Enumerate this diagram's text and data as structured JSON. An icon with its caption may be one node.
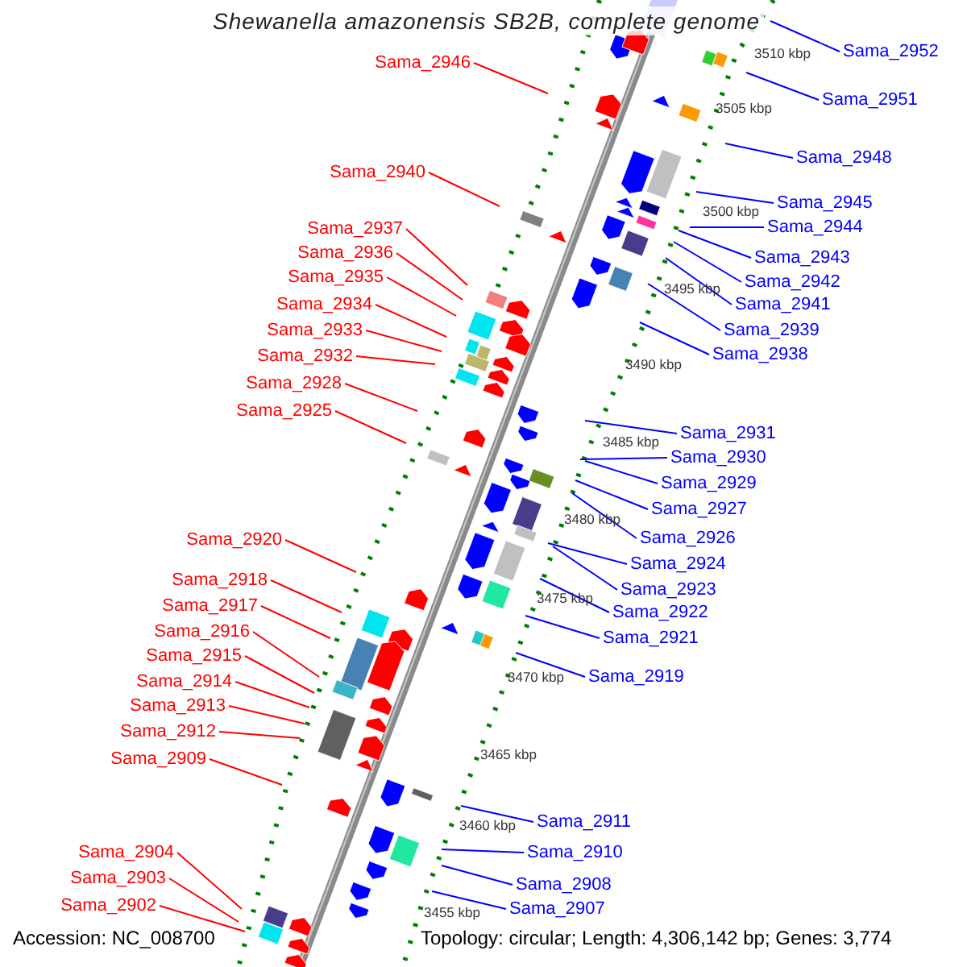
{
  "diagram": {
    "title": "Shewanella amazonensis SB2B, complete genome",
    "nodes": [
      {
        "text": [
          "Sama_2946"
        ]
      },
      {
        "text": [
          "Sama_2940"
        ]
      },
      {
        "text": [
          "Sama_2937"
        ]
      },
      {
        "text": [
          "Sama_2936"
        ]
      },
      {
        "text": [
          "Sama_2935"
        ]
      },
      {
        "text": [
          "Sama_2934"
        ]
      },
      {
        "text": [
          "Sama_2933"
        ]
      },
      {
        "text": [
          "Sama_2932"
        ]
      },
      {
        "text": [
          "Sama_2928"
        ]
      },
      {
        "text": [
          "Sama_2925"
        ]
      },
      {
        "text": [
          "Sama_2920"
        ]
      },
      {
        "text": [
          "Sama_2918"
        ]
      },
      {
        "text": [
          "Sama_2917"
        ]
      },
      {
        "text": [
          "Sama_2916"
        ]
      },
      {
        "text": [
          "Sama_2915"
        ]
      },
      {
        "text": [
          "Sama_2914"
        ]
      },
      {
        "text": [
          "Sama_2913"
        ]
      },
      {
        "text": [
          "Sama_2912"
        ]
      },
      {
        "text": [
          "Sama_2909"
        ]
      },
      {
        "text": [
          "Sama_2904"
        ]
      },
      {
        "text": [
          "Sama_2903"
        ]
      },
      {
        "text": [
          "Sama_2902"
        ]
      },
      {
        "text": [
          "Sama_2952"
        ]
      },
      {
        "text": [
          "Sama_2951"
        ]
      },
      {
        "text": [
          "Sama_2948"
        ]
      },
      {
        "text": [
          "Sama_2945"
        ]
      },
      {
        "text": [
          "Sama_2944"
        ]
      },
      {
        "text": [
          "Sama_2943"
        ]
      },
      {
        "text": [
          "Sama_2942"
        ]
      },
      {
        "text": [
          "Sama_2941"
        ]
      },
      {
        "text": [
          "Sama_2939"
        ]
      },
      {
        "text": [
          "Sama_2938"
        ]
      },
      {
        "text": [
          "Sama_2931"
        ]
      },
      {
        "text": [
          "Sama_2930"
        ]
      },
      {
        "text": [
          "Sama_2929"
        ]
      },
      {
        "text": [
          "Sama_2927"
        ]
      },
      {
        "text": [
          "Sama_2926"
        ]
      },
      {
        "text": [
          "Sama_2924"
        ]
      },
      {
        "text": [
          "Sama_2923"
        ]
      },
      {
        "text": [
          "Sama_2922"
        ]
      },
      {
        "text": [
          "Sama_2921"
        ]
      },
      {
        "text": [
          "Sama_2919"
        ]
      },
      {
        "text": [
          "Sama_2911"
        ]
      },
      {
        "text": [
          "Sama_2910"
        ]
      },
      {
        "text": [
          "Sama_2908"
        ]
      },
      {
        "text": [
          "Sama_2907"
        ]
      }
    ],
    "edges": [
      {
        "from": 0,
        "to": null,
        "arrow": "none",
        "color": "#ff0000"
      },
      {
        "from": 1,
        "to": null,
        "arrow": "none",
        "color": "#ff0000"
      },
      {
        "from": 2,
        "to": null,
        "arrow": "none",
        "color": "#ff0000"
      },
      {
        "from": 3,
        "to": null,
        "arrow": "none",
        "color": "#ff0000"
      },
      {
        "from": 4,
        "to": null,
        "arrow": "none",
        "color": "#ff0000"
      },
      {
        "from": 5,
        "to": null,
        "arrow": "none",
        "color": "#ff0000"
      },
      {
        "from": 6,
        "to": null,
        "arrow": "none",
        "color": "#ff0000"
      },
      {
        "from": 7,
        "to": null,
        "arrow": "none",
        "color": "#ff0000"
      },
      {
        "from": 8,
        "to": null,
        "arrow": "none",
        "color": "#ff0000"
      },
      {
        "from": 9,
        "to": null,
        "arrow": "none",
        "color": "#ff0000"
      },
      {
        "from": 10,
        "to": null,
        "arrow": "none",
        "color": "#ff0000"
      },
      {
        "from": 11,
        "to": null,
        "arrow": "none",
        "color": "#ff0000"
      },
      {
        "from": 12,
        "to": null,
        "arrow": "none",
        "color": "#ff0000"
      },
      {
        "from": 13,
        "to": null,
        "arrow": "none",
        "color": "#ff0000"
      },
      {
        "from": 14,
        "to": null,
        "arrow": "none",
        "color": "#ff0000"
      },
      {
        "from": 15,
        "to": null,
        "arrow": "none",
        "color": "#ff0000"
      },
      {
        "from": 16,
        "to": null,
        "arrow": "none",
        "color": "#ff0000"
      },
      {
        "from": 17,
        "to": null,
        "arrow": "none",
        "color": "#ff0000"
      },
      {
        "from": 18,
        "to": null,
        "arrow": "none",
        "color": "#ff0000"
      },
      {
        "from": 19,
        "to": null,
        "arrow": "none",
        "color": "#ff0000"
      },
      {
        "from": 20,
        "to": null,
        "arrow": "none",
        "color": "#ff0000"
      },
      {
        "from": 21,
        "to": null,
        "arrow": "none",
        "color": "#ff0000"
      },
      {
        "from": 22,
        "to": null,
        "arrow": "none"
      },
      {
        "from": 23,
        "to": null,
        "arrow": "none"
      },
      {
        "from": 24,
        "to": null,
        "arrow": "none"
      },
      {
        "from": 25,
        "to": null,
        "arrow": "none"
      },
      {
        "from": 26,
        "to": null,
        "arrow": "none"
      },
      {
        "from": 27,
        "to": null,
        "arrow": "none"
      },
      {
        "from": 28,
        "to": null,
        "arrow": "none"
      },
      {
        "from": 29,
        "to": null,
        "arrow": "none"
      },
      {
        "from": 30,
        "to": null,
        "arrow": "none"
      },
      {
        "from": 31,
        "to": null,
        "arrow": "none"
      },
      {
        "from": 32,
        "to": null,
        "arrow": "none"
      },
      {
        "from": 33,
        "to": null,
        "arrow": "none"
      },
      {
        "from": 34,
        "to": null,
        "arrow": "none"
      },
      {
        "from": 35,
        "to": null,
        "arrow": "none"
      },
      {
        "from": 36,
        "to": null,
        "arrow": "none"
      },
      {
        "from": 37,
        "to": null,
        "arrow": "none"
      },
      {
        "from": 38,
        "to": null,
        "arrow": "none"
      },
      {
        "from": 39,
        "to": null,
        "arrow": "none"
      },
      {
        "from": 40,
        "to": null,
        "arrow": "none"
      },
      {
        "from": 41,
        "to": null,
        "arrow": "none"
      },
      {
        "from": 42,
        "to": null,
        "arrow": "none"
      },
      {
        "from": 43,
        "to": null,
        "arrow": "none"
      },
      {
        "from": 44,
        "to": null,
        "arrow": "none"
      },
      {
        "from": 45,
        "to": null,
        "arrow": "none"
      }
    ],
    "labels": [
      "3510 kbp",
      "3505 kbp",
      "3500 kbp",
      "3495 kbp",
      "3490 kbp",
      "3485 kbp",
      "3480 kbp",
      "3475 kbp",
      "3470 kbp",
      "3465 kbp",
      "3460 kbp",
      "3455 kbp",
      "Accession: NC_008700",
      "Topology: circular; Length: 4,306,142 bp; Genes: 3,774"
    ]
  }
}
